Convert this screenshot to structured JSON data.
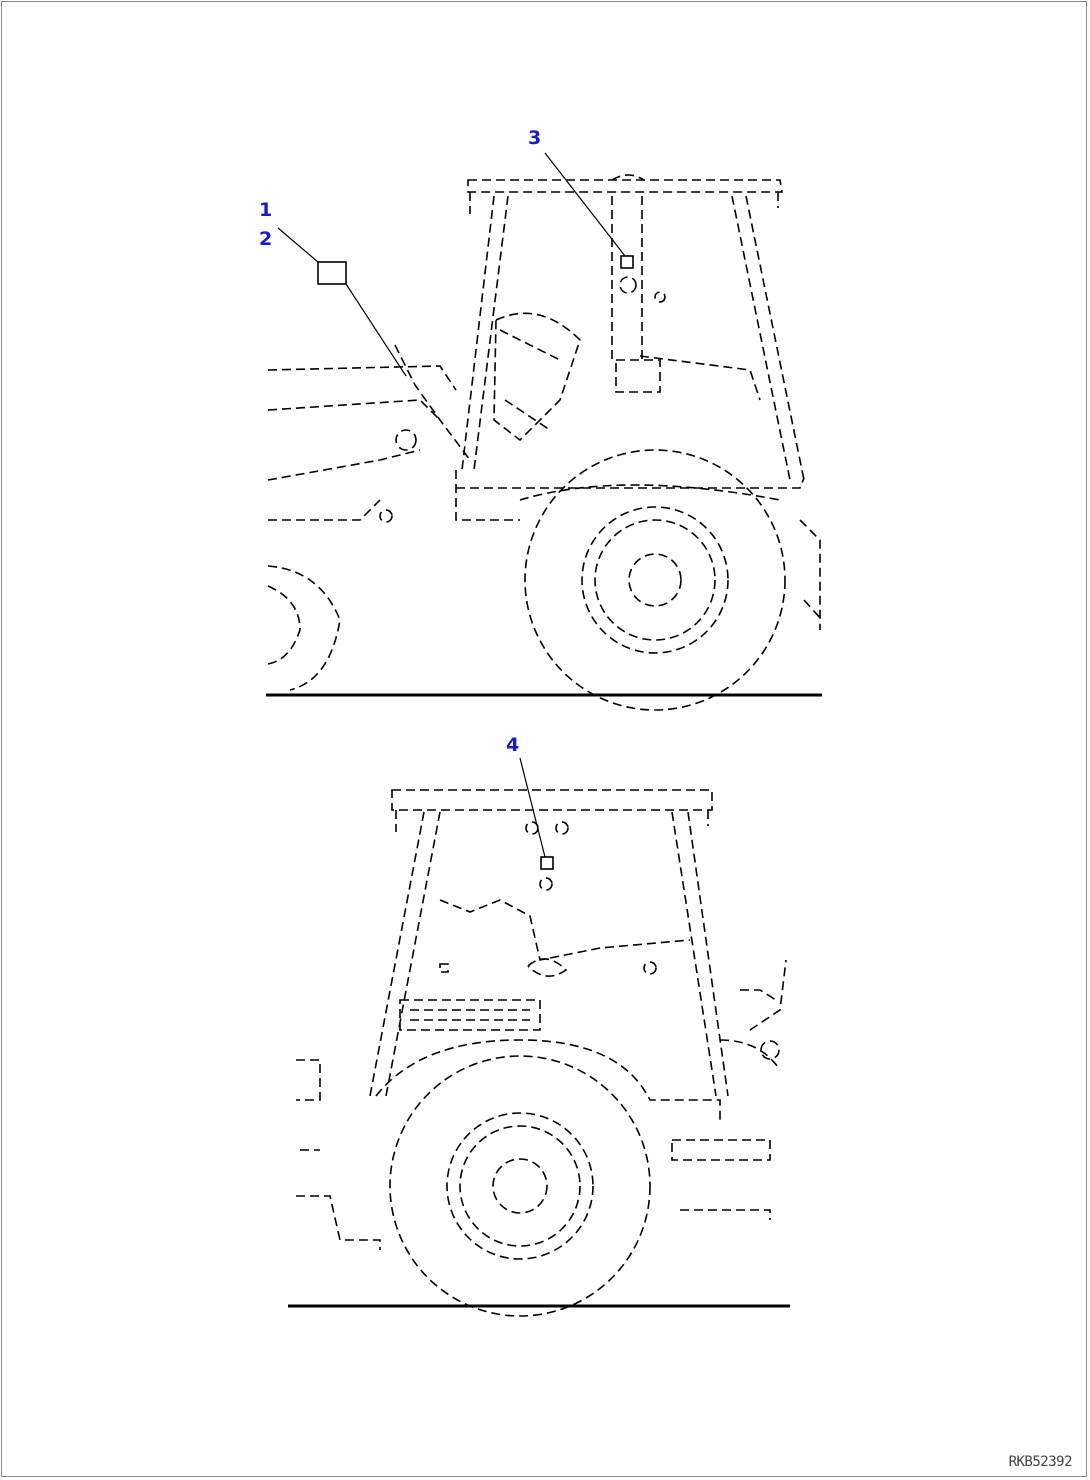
{
  "callouts": [
    {
      "label": "1",
      "color": "#1a1acc"
    },
    {
      "label": "2",
      "color": "#1a1acc"
    },
    {
      "label": "3",
      "color": "#1a1acc"
    },
    {
      "label": "4",
      "color": "#1a1acc"
    }
  ],
  "drawing_id": "RKB52392",
  "colors": {
    "callout": "#1a1acc",
    "line": "#000000",
    "frame": "#8a8a8a"
  }
}
